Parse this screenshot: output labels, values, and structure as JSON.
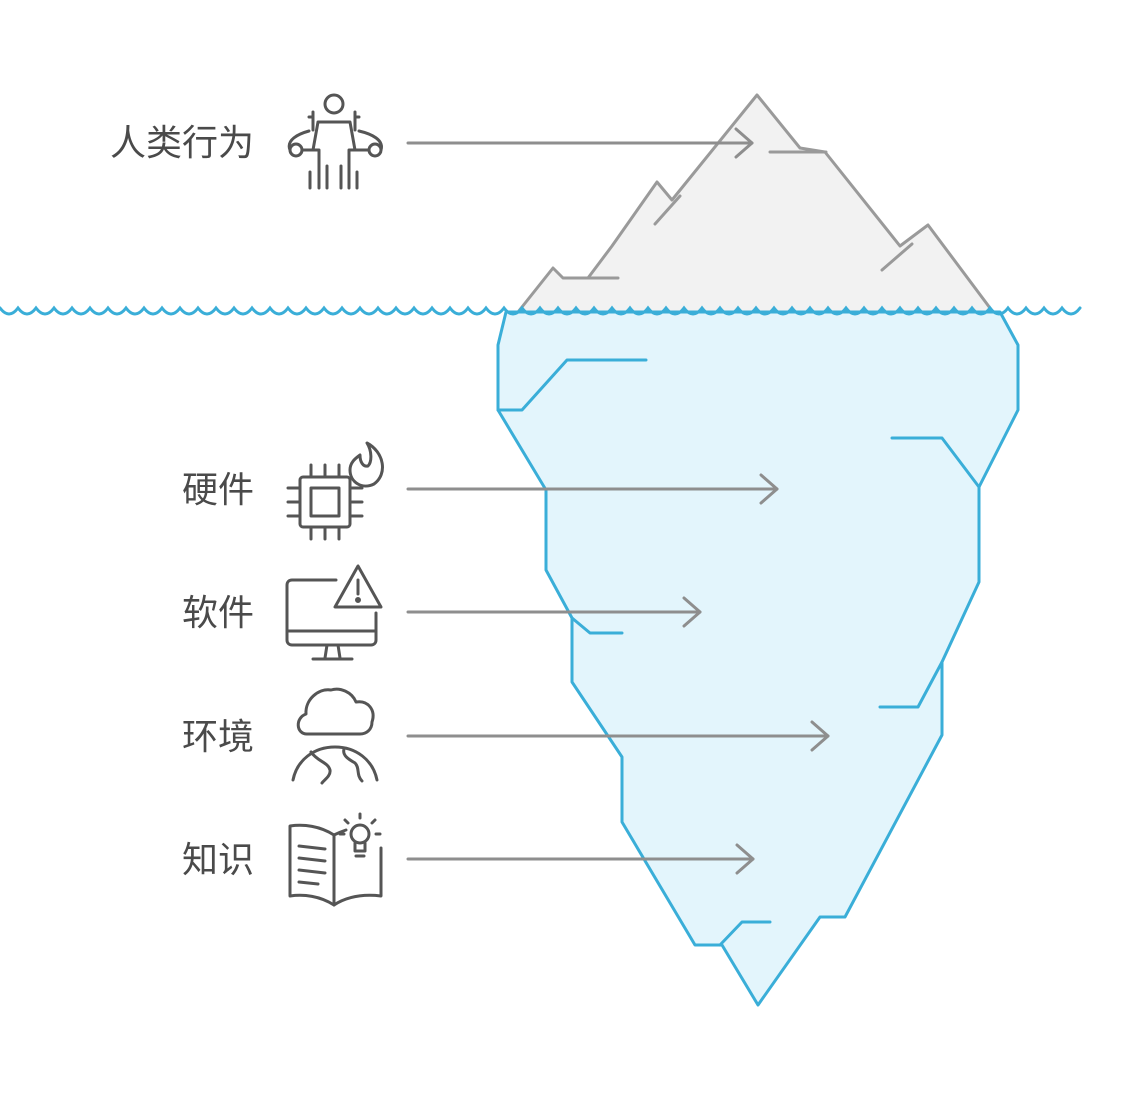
{
  "colors": {
    "water": "#3aaed8",
    "ice_below_fill": "#e3f5fc",
    "ice_above_fill": "#f2f2f2",
    "ice_above_stroke": "#9a9a9a",
    "arrow": "#8e8e8e",
    "text": "#4a4a4a"
  },
  "layers": [
    {
      "label": "人类行为",
      "icon": "person-network-icon",
      "position": "above-water"
    },
    {
      "label": "硬件",
      "icon": "chip-fire-icon",
      "position": "below-water"
    },
    {
      "label": "软件",
      "icon": "monitor-warning-icon",
      "position": "below-water"
    },
    {
      "label": "环境",
      "icon": "cloud-globe-icon",
      "position": "below-water"
    },
    {
      "label": "知识",
      "icon": "book-lightbulb-icon",
      "position": "below-water"
    }
  ]
}
